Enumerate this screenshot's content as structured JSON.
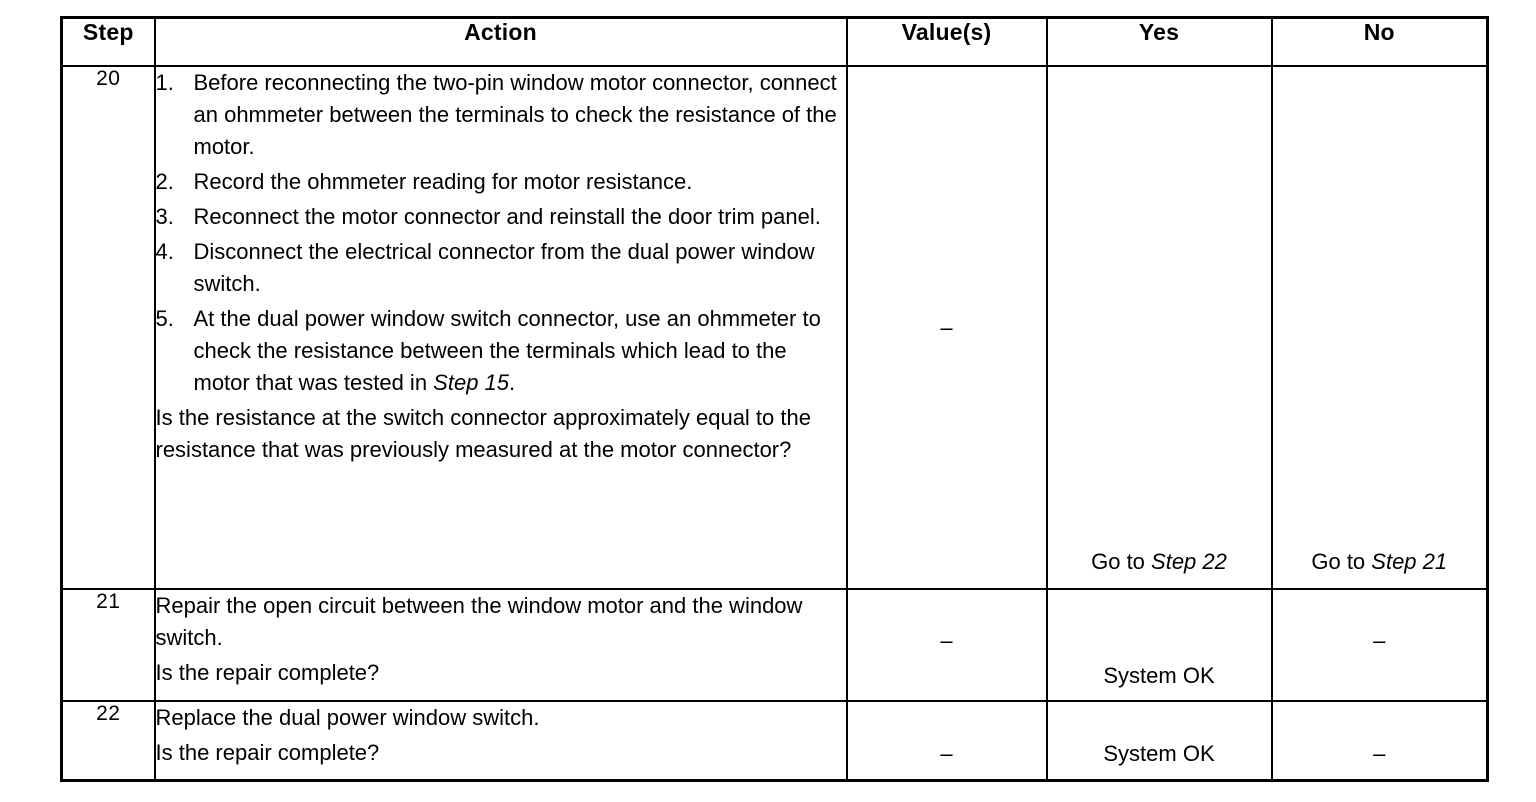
{
  "table": {
    "headers": {
      "step": "Step",
      "action": "Action",
      "values": "Value(s)",
      "yes": "Yes",
      "no": "No"
    },
    "rows": [
      {
        "step": "20",
        "action_items": [
          {
            "num": "1.",
            "text": "Before reconnecting the two-pin window motor connector, connect an ohmmeter between the terminals to check the resistance of the motor."
          },
          {
            "num": "2.",
            "text": "Record the ohmmeter reading for motor resistance."
          },
          {
            "num": "3.",
            "text": "Reconnect the motor connector and reinstall the door trim panel."
          },
          {
            "num": "4.",
            "text": "Disconnect the electrical connector from the dual power window switch."
          },
          {
            "num": "5.",
            "text_before": "At the dual power window switch connector, use an ohmmeter to check the resistance between the terminals which lead to the motor that was tested in ",
            "text_italic": "Step 15",
            "text_after": "."
          }
        ],
        "question": "Is the resistance at the switch connector approximately equal to the resistance that was previously measured at the motor connector?",
        "value": "–",
        "yes_prefix": "Go to ",
        "yes_italic": "Step 22",
        "no_prefix": "Go to ",
        "no_italic": "Step 21"
      },
      {
        "step": "21",
        "action_line_1": "Repair the open circuit between the window motor and the window switch.",
        "action_line_2": "Is the repair complete?",
        "value": "–",
        "yes": "System OK",
        "no": "–"
      },
      {
        "step": "22",
        "action_line_1": "Replace the dual power window switch.",
        "action_line_2": "Is the repair complete?",
        "value": "–",
        "yes": "System OK",
        "no": "–"
      }
    ]
  }
}
